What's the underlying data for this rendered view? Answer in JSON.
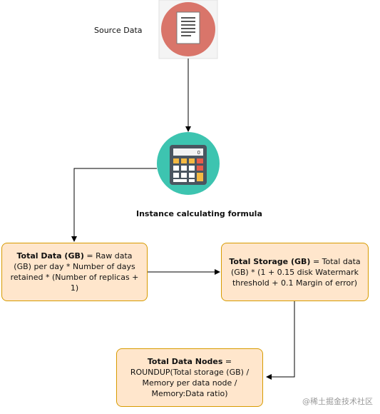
{
  "source": {
    "label": "Source Data",
    "icon": "document-icon"
  },
  "calculator": {
    "label": "Instance calculating formula",
    "icon": "calculator-icon"
  },
  "boxes": {
    "total_data": {
      "term": "Total Data (GB)",
      "formula": " = Raw data (GB) per day * Number of days retained * (Number of replicas + 1)"
    },
    "total_storage": {
      "term": "Total Storage (GB)",
      "formula": " = Total data (GB) * (1 + 0.15 disk Watermark threshold + 0.1 Margin of error)"
    },
    "total_nodes": {
      "term": "Total Data Nodes",
      "eq": " =",
      "formula": "ROUNDUP(Total storage (GB) / Memory per data node / Memory:Data ratio)"
    }
  },
  "watermark": "@稀土掘金技术社区",
  "colors": {
    "box_fill": "#ffe6cc",
    "box_border": "#d79b00",
    "doc_circle": "#d9756a",
    "calc_circle": "#3dc4b0"
  }
}
